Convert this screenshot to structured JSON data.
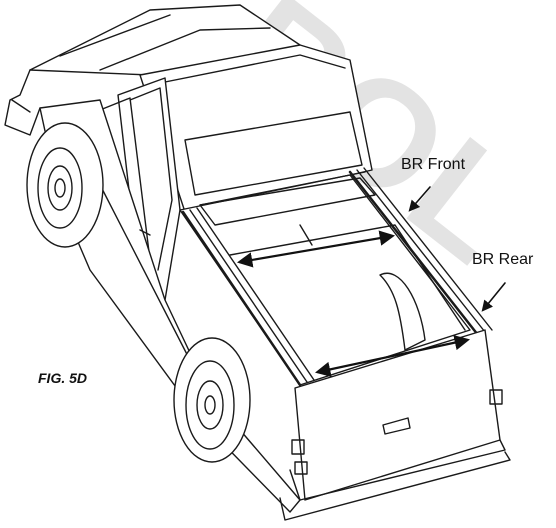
{
  "callouts": {
    "front": "BR Front",
    "rear": "BR Rear"
  },
  "figure_label": "FIG. 5D",
  "watermark": "ROL"
}
